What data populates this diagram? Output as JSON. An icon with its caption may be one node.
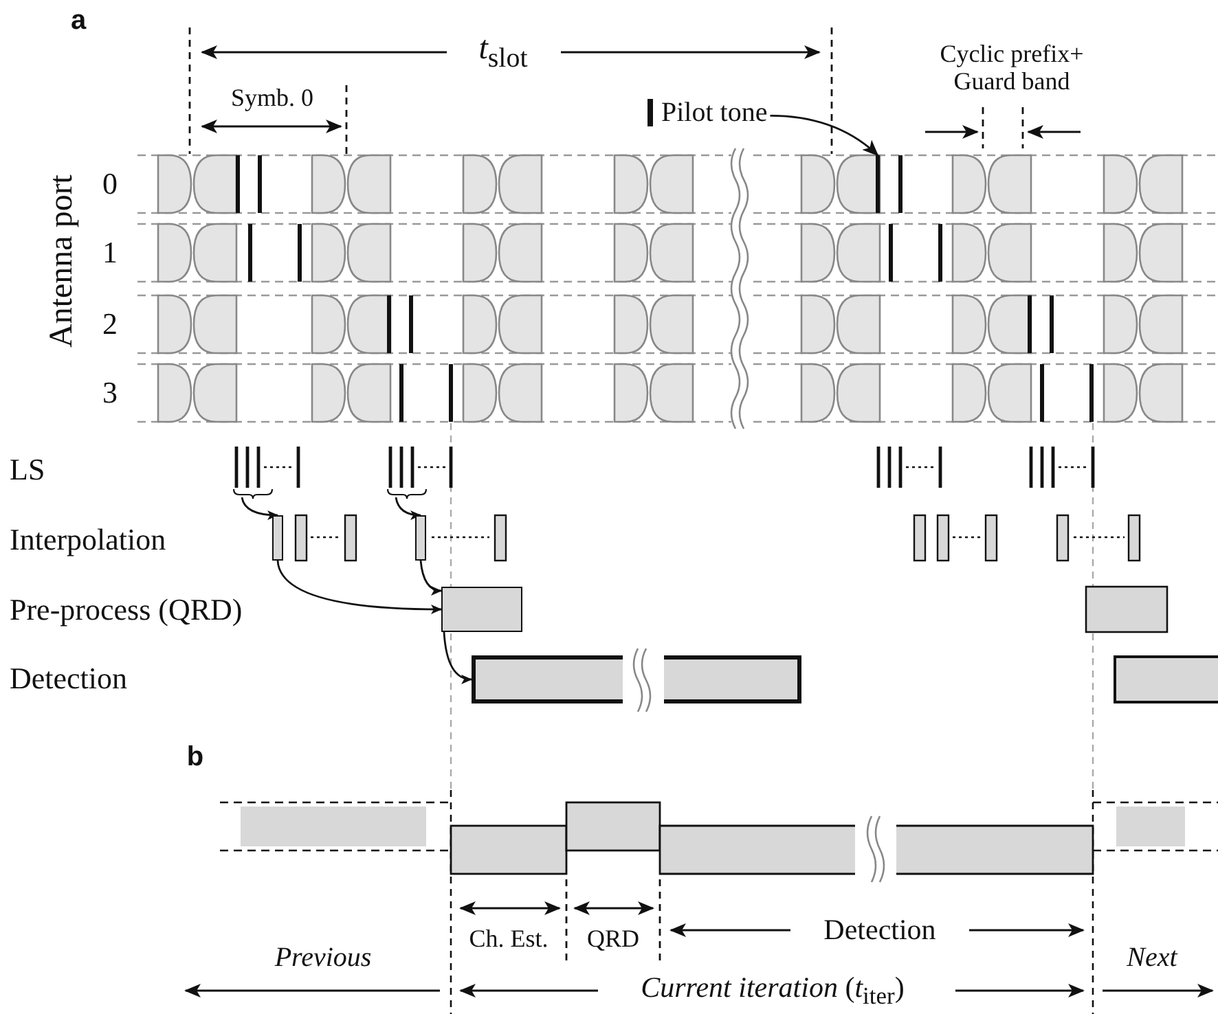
{
  "diagram": {
    "nodes": [
      {
        "text": [
          "Pilot tone"
        ]
      },
      {
        "text": [],
        "shape": "bar"
      },
      {
        "text": [],
        "shape": "bar"
      },
      {
        "text": [],
        "shape": "bar"
      },
      {
        "text": [],
        "shape": "box"
      },
      {
        "text": [],
        "shape": "box"
      }
    ],
    "edges": [
      {
        "from": 0,
        "to": 1,
        "arrow": "to"
      },
      {
        "from": null,
        "to": 2,
        "arrow": "to"
      },
      {
        "from": null,
        "to": 3,
        "arrow": "to"
      },
      {
        "from": 2,
        "to": 4,
        "arrow": "to"
      },
      {
        "from": 3,
        "to": 4,
        "arrow": "to"
      },
      {
        "from": 4,
        "to": 5,
        "arrow": "to"
      }
    ],
    "labels": [
      "a",
      "*t*$_{slot}$",
      "Cyclic prefix+ Guard band",
      "Symb. 0",
      "Antenna port",
      "0",
      "1",
      "2",
      "3",
      "LS",
      "Interpolation",
      "Pre-process (QRD)",
      "Detection",
      "b",
      "Ch. Est.",
      "QRD",
      "Detection",
      "Previous",
      "Next",
      "*Current iteration* (*t*$_{iter}$)"
    ]
  }
}
